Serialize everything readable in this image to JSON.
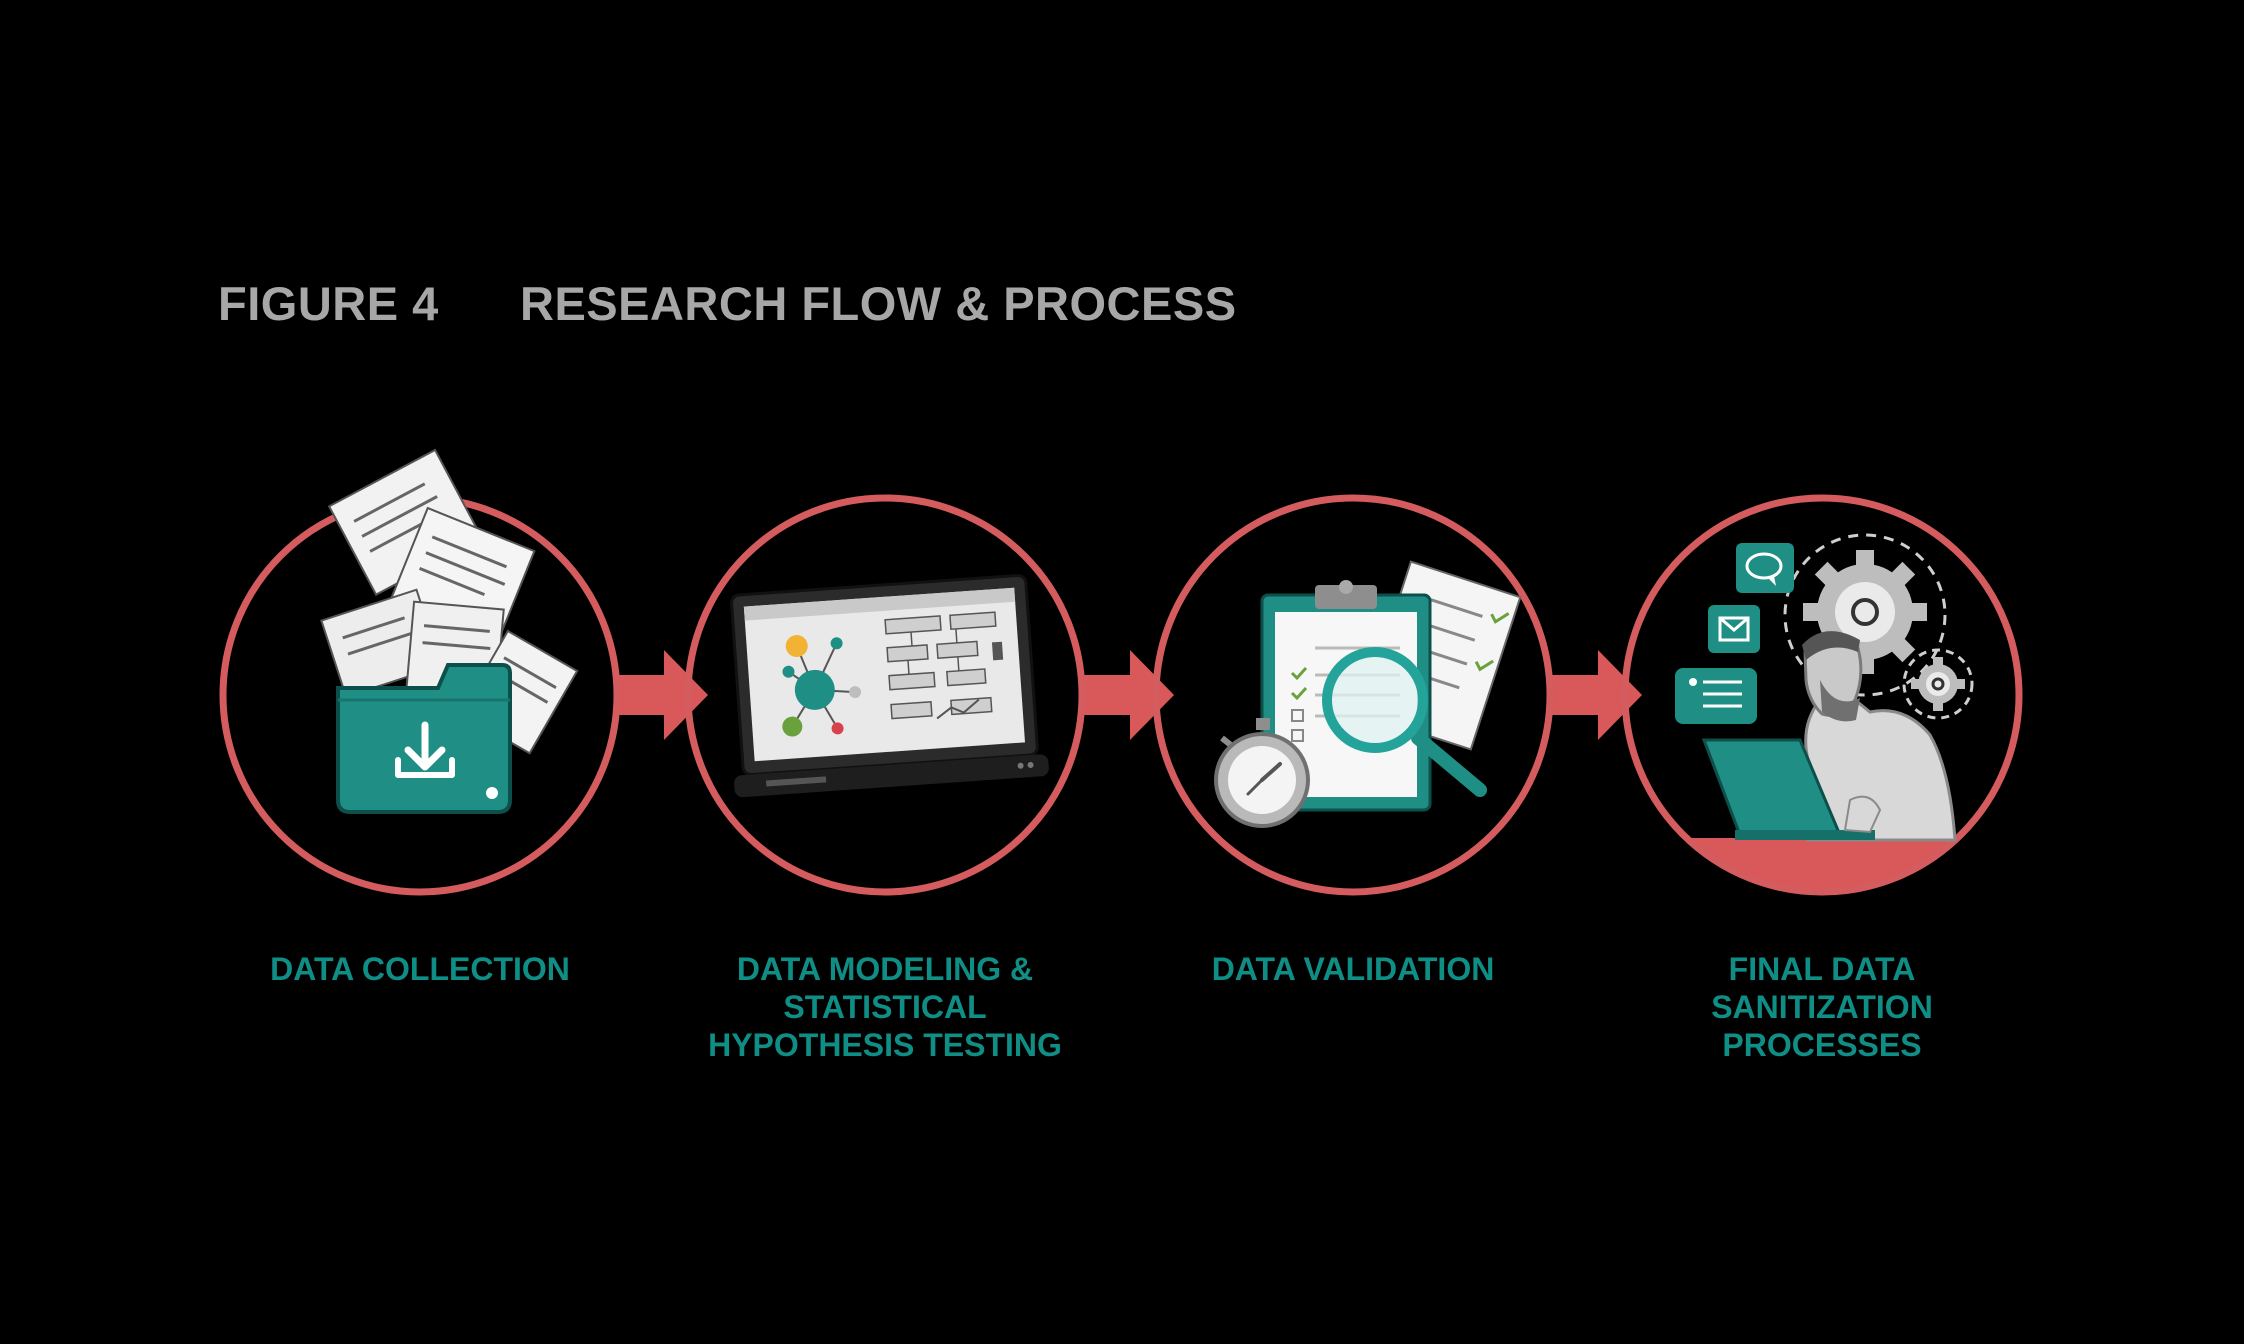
{
  "figure": {
    "label": "FIGURE 4",
    "title": "RESEARCH FLOW & PROCESS"
  },
  "colors": {
    "background": "#000000",
    "ring": "#d45c5e",
    "arrow": "#d9585a",
    "teal": "#1f8f86",
    "label_teal": "#0f8e86",
    "title_gray": "#a7a7a7"
  },
  "steps": [
    {
      "id": "data-collection",
      "label": "DATA COLLECTION",
      "icon": "folder-download-icon"
    },
    {
      "id": "data-modeling",
      "label": "DATA MODELING &\nSTATISTICAL\nHYPOTHESIS TESTING",
      "icon": "laptop-chart-icon"
    },
    {
      "id": "data-validation",
      "label": "DATA VALIDATION",
      "icon": "clipboard-magnifier-icon"
    },
    {
      "id": "final-sanitization",
      "label": "FINAL DATA\nSANITIZATION\nPROCESSES",
      "icon": "person-gears-icon"
    }
  ]
}
